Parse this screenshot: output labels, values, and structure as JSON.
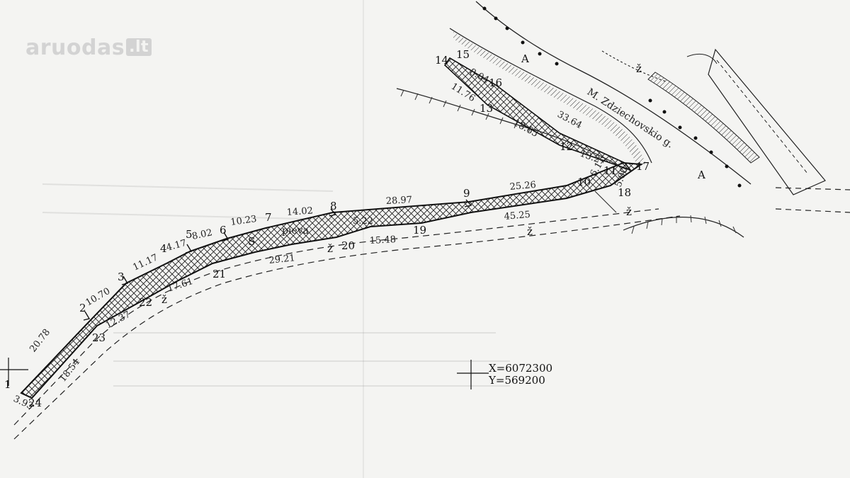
{
  "logo": {
    "text": "aruodas",
    "suffix": ".lt"
  },
  "coordinates": {
    "x": "X=6072300",
    "y": "Y=569200"
  },
  "street": "M. Zdziechovskio g.",
  "land_use_label": "pieva",
  "area_letters": {
    "left": "A",
    "right": "A",
    "s": "S"
  },
  "road_markers": [
    "ž",
    "ž",
    "ž",
    "ž",
    "ž"
  ],
  "points": [
    "1",
    "2",
    "3",
    "4",
    "5",
    "6",
    "7",
    "8",
    "9",
    "10",
    "11",
    "12",
    "13",
    "14",
    "15",
    "16",
    "17",
    "18",
    "19",
    "20",
    "21",
    "22",
    "23",
    "24"
  ],
  "distances": [
    "20.78",
    "10.70",
    "11.17",
    "4.17",
    "8.02",
    "10.23",
    "14.02",
    "28.97",
    "25.26",
    "6.11",
    "13.27",
    "33.64",
    "8.04",
    "11.76",
    "18.65",
    "45.25",
    "15.48",
    "29.21",
    "17.61",
    "12.37",
    "18.54",
    "3.93",
    "5.22",
    "5.00"
  ]
}
